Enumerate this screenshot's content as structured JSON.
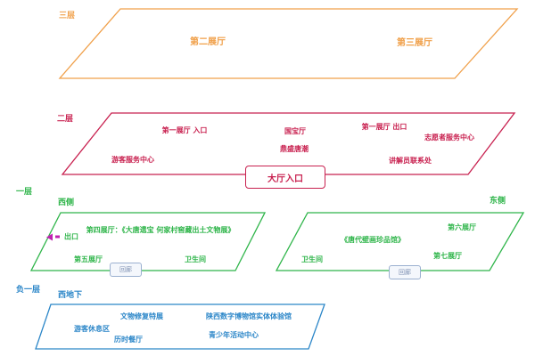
{
  "colors": {
    "orange": "#f0a04a",
    "crimson": "#c8204f",
    "green": "#2fb54a",
    "blue": "#2b86c8",
    "entrance": "#c8204f",
    "exit": "#c020b0"
  },
  "floors": {
    "third": {
      "label": "三层",
      "halls": [
        "第二展厅",
        "第三展厅"
      ]
    },
    "second": {
      "label": "二层",
      "items": [
        "第一展厅 入口",
        "国宝厅",
        "第一展厅 出口",
        "志愿者服务中心",
        "游客服务中心",
        "鼎盛唐潮",
        "讲解员联系处"
      ],
      "entrance": "大厅入口"
    },
    "first": {
      "label": "一层",
      "west": {
        "label": "西侧",
        "items": [
          "第四展厅：《大唐遗宝  何家村窖藏出土文物展》",
          "第五展厅",
          "卫生间"
        ],
        "exit": "出口",
        "corridor": "回廊"
      },
      "east": {
        "label": "东侧",
        "items": [
          "《唐代壁画珍品馆》",
          "第六展厅",
          "卫生间",
          "第七展厅"
        ],
        "corridor": "回廊"
      }
    },
    "basement": {
      "label": "负一层",
      "sublabel": "西地下",
      "items": [
        "文物修复特展",
        "陕西数字博物馆实体体验馆",
        "游客休息区",
        "历时餐厅",
        "青少年活动中心"
      ]
    }
  }
}
